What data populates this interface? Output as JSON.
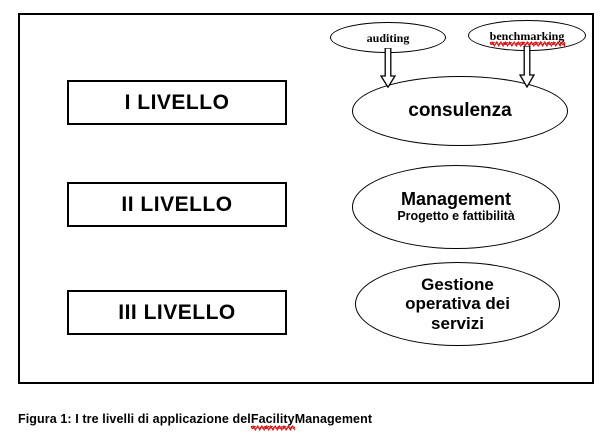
{
  "figure": {
    "caption_prefix": "Figura 1: I tre livelli di applicazione del ",
    "caption_misspelled_word": "Facility",
    "caption_suffix": " Management",
    "border_color": "#000000",
    "background": "#ffffff"
  },
  "levels": [
    {
      "label": "I LIVELLO"
    },
    {
      "label": "II LIVELLO"
    },
    {
      "label": "III LIVELLO"
    }
  ],
  "tags": [
    {
      "label": "auditing",
      "spellcheck_error": false
    },
    {
      "label": "benchmarking",
      "spellcheck_error": true
    }
  ],
  "stages": [
    {
      "title": "consulenza",
      "subtitle": ""
    },
    {
      "title": "Management",
      "subtitle": "Progetto e fattibilità"
    },
    {
      "title_line_1": "Gestione",
      "title_line_2": "operativa dei",
      "title_line_3": "servizi"
    }
  ],
  "arrows": [
    {
      "from": "auditing",
      "to": "consulenza",
      "direction": "down"
    },
    {
      "from": "benchmarking",
      "to": "consulenza",
      "direction": "down"
    }
  ],
  "colors": {
    "stroke": "#000000",
    "text": "#000000",
    "spellcheck_underline": "#e81010",
    "fill": "#ffffff"
  }
}
